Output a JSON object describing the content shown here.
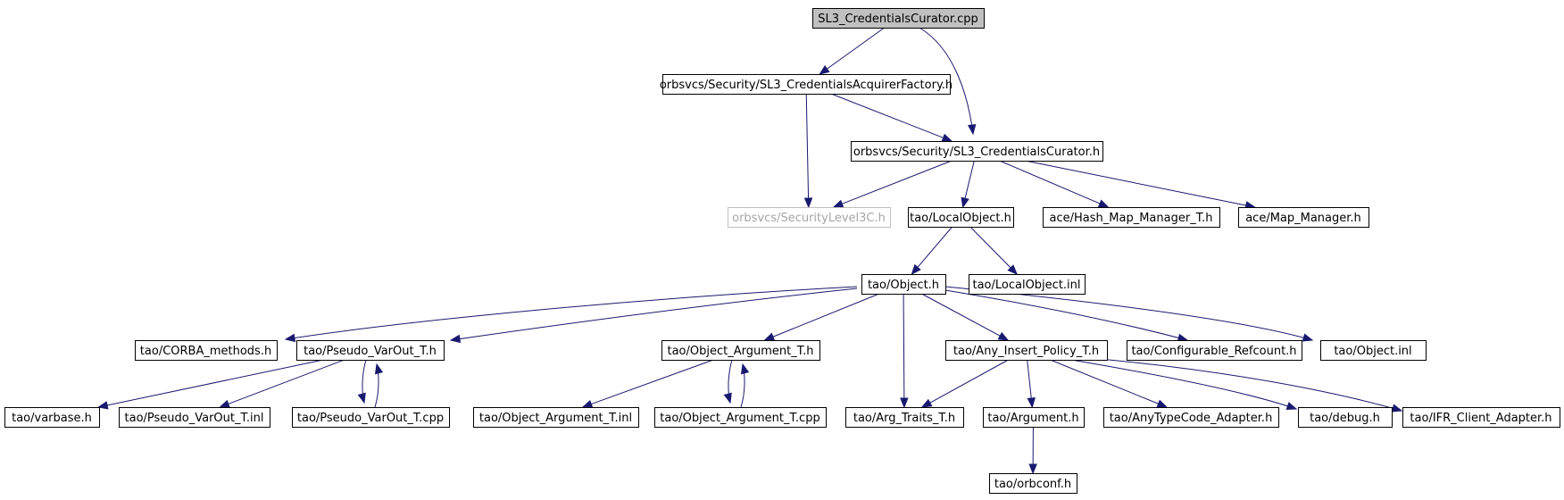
{
  "nodes": [
    {
      "id": "n0",
      "label": "SL3_CredentialsCurator.cpp",
      "style": "root"
    },
    {
      "id": "n1",
      "label": "orbsvcs/Security/SL3_CredentialsAcquirerFactory.h"
    },
    {
      "id": "n2",
      "label": "orbsvcs/Security/SL3_CredentialsCurator.h"
    },
    {
      "id": "n3",
      "label": "orbsvcs/SecurityLevel3C.h",
      "style": "ghost"
    },
    {
      "id": "n4",
      "label": "tao/LocalObject.h"
    },
    {
      "id": "n5",
      "label": "ace/Hash_Map_Manager_T.h"
    },
    {
      "id": "n6",
      "label": "ace/Map_Manager.h"
    },
    {
      "id": "n7",
      "label": "tao/Object.h"
    },
    {
      "id": "n8",
      "label": "tao/LocalObject.inl"
    },
    {
      "id": "n9",
      "label": "tao/CORBA_methods.h"
    },
    {
      "id": "n10",
      "label": "tao/Pseudo_VarOut_T.h"
    },
    {
      "id": "n11",
      "label": "tao/Object_Argument_T.h"
    },
    {
      "id": "n12",
      "label": "tao/Any_Insert_Policy_T.h"
    },
    {
      "id": "n13",
      "label": "tao/Configurable_Refcount.h"
    },
    {
      "id": "n14",
      "label": "tao/Object.inl"
    },
    {
      "id": "n15",
      "label": "tao/varbase.h"
    },
    {
      "id": "n16",
      "label": "tao/Pseudo_VarOut_T.inl"
    },
    {
      "id": "n17",
      "label": "tao/Pseudo_VarOut_T.cpp"
    },
    {
      "id": "n18",
      "label": "tao/Object_Argument_T.inl"
    },
    {
      "id": "n19",
      "label": "tao/Object_Argument_T.cpp"
    },
    {
      "id": "n20",
      "label": "tao/Arg_Traits_T.h"
    },
    {
      "id": "n21",
      "label": "tao/Argument.h"
    },
    {
      "id": "n22",
      "label": "tao/AnyTypeCode_Adapter.h"
    },
    {
      "id": "n23",
      "label": "tao/debug.h"
    },
    {
      "id": "n24",
      "label": "tao/IFR_Client_Adapter.h"
    },
    {
      "id": "n25",
      "label": "tao/orbconf.h"
    }
  ],
  "edges": [
    {
      "from": "n0",
      "to": "n1"
    },
    {
      "from": "n0",
      "to": "n2"
    },
    {
      "from": "n1",
      "to": "n2"
    },
    {
      "from": "n1",
      "to": "n3"
    },
    {
      "from": "n2",
      "to": "n3"
    },
    {
      "from": "n2",
      "to": "n4"
    },
    {
      "from": "n2",
      "to": "n5"
    },
    {
      "from": "n2",
      "to": "n6"
    },
    {
      "from": "n4",
      "to": "n7"
    },
    {
      "from": "n4",
      "to": "n8"
    },
    {
      "from": "n7",
      "to": "n9"
    },
    {
      "from": "n7",
      "to": "n10"
    },
    {
      "from": "n7",
      "to": "n11"
    },
    {
      "from": "n7",
      "to": "n20"
    },
    {
      "from": "n7",
      "to": "n12"
    },
    {
      "from": "n7",
      "to": "n13"
    },
    {
      "from": "n7",
      "to": "n14"
    },
    {
      "from": "n10",
      "to": "n15"
    },
    {
      "from": "n10",
      "to": "n16"
    },
    {
      "from": "n10",
      "to": "n17"
    },
    {
      "from": "n17",
      "to": "n10"
    },
    {
      "from": "n11",
      "to": "n18"
    },
    {
      "from": "n11",
      "to": "n19"
    },
    {
      "from": "n19",
      "to": "n11"
    },
    {
      "from": "n12",
      "to": "n20"
    },
    {
      "from": "n12",
      "to": "n21"
    },
    {
      "from": "n12",
      "to": "n22"
    },
    {
      "from": "n12",
      "to": "n23"
    },
    {
      "from": "n12",
      "to": "n24"
    },
    {
      "from": "n21",
      "to": "n25"
    }
  ]
}
